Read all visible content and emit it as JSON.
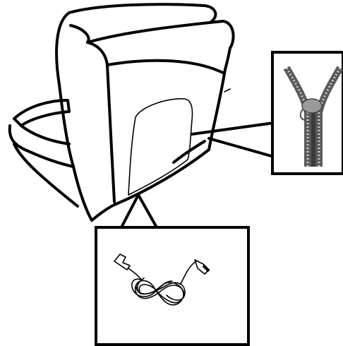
{
  "diagram": {
    "subject": "recliner-seat-back",
    "callouts": [
      {
        "id": "zipper-detail",
        "icon": "zipper-icon"
      },
      {
        "id": "cable-detail",
        "icon": "power-cable-icon"
      }
    ],
    "colors": {
      "line": "#000000",
      "background": "#ffffff",
      "zipper_teeth": "#5a5a5a",
      "zipper_pull": "#9a9a9a"
    }
  }
}
